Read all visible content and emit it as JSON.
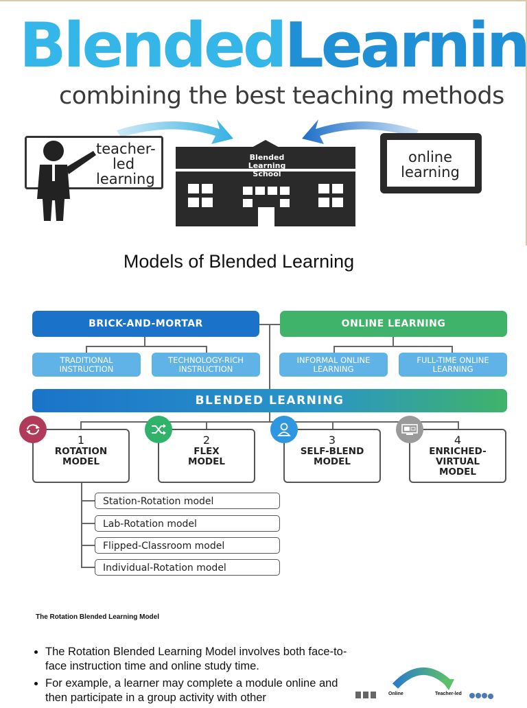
{
  "banner": {
    "title_part1": "Blended",
    "title_part2": "Learning",
    "subtitle": "combining the best teaching methods",
    "teacher_label": "teacher- led learning",
    "school_label": "Blended Learning School",
    "online_label": "online learning"
  },
  "heading": "Models of Blended Learning",
  "diagram": {
    "brick": "BRICK-AND-MORTAR",
    "online": "ONLINE LEARNING",
    "traditional": "TRADITIONAL INSTRUCTION",
    "tech_rich": "TECHNOLOGY-RICH INSTRUCTION",
    "informal": "INFORMAL ONLINE LEARNING",
    "fulltime": "FULL-TIME ONLINE LEARNING",
    "blended": "BLENDED LEARNING",
    "models": [
      {
        "num": "1",
        "name": "ROTATION MODEL"
      },
      {
        "num": "2",
        "name": "FLEX MODEL"
      },
      {
        "num": "3",
        "name": "SELF-BLEND MODEL"
      },
      {
        "num": "4",
        "name": "ENRICHED-VIRTUAL MODEL"
      }
    ],
    "sub_models": [
      "Station-Rotation model",
      "Lab-Rotation model",
      "Flipped-Classroom model",
      "Individual-Rotation model"
    ],
    "colors": {
      "blue_dark": "#1a73c9",
      "green": "#3fb36a",
      "light_blue": "#5fb3e6",
      "rotation": "#b03a57",
      "flex": "#2fb36b",
      "selfblend": "#2f97e0",
      "enriched": "#9a9a9a"
    }
  },
  "rotation": {
    "title": "The Rotation Blended Learning Model",
    "bullets": [
      "The Rotation Blended Learning Model involves both face-to-face instruction time and online study time.",
      "For example, a learner may complete a module online and then participate in a group activity with other"
    ],
    "thumb_online": "Online",
    "thumb_teacher": "Teacher-led"
  }
}
